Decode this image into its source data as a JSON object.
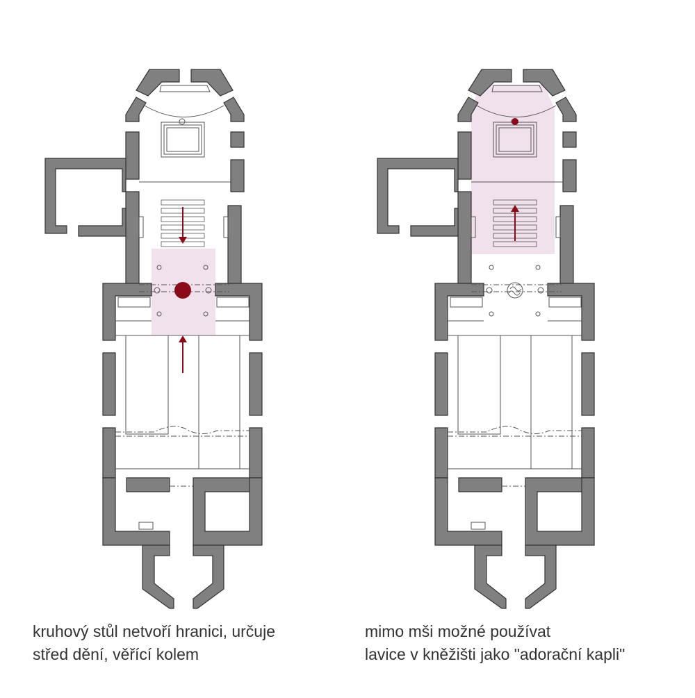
{
  "colors": {
    "wall": "#808080",
    "wall_stroke": "#333333",
    "highlight": "#f1e1ec",
    "accent": "#8b0a1a",
    "line": "#555555"
  },
  "plans": [
    {
      "caption": [
        "kruhový stůl netvoří hranici, určuje",
        "střed dění, věřící kolem"
      ]
    },
    {
      "caption": [
        "mimo mši možné používat",
        "lavice v kněžišti jako \"adorační kapli\""
      ]
    }
  ]
}
